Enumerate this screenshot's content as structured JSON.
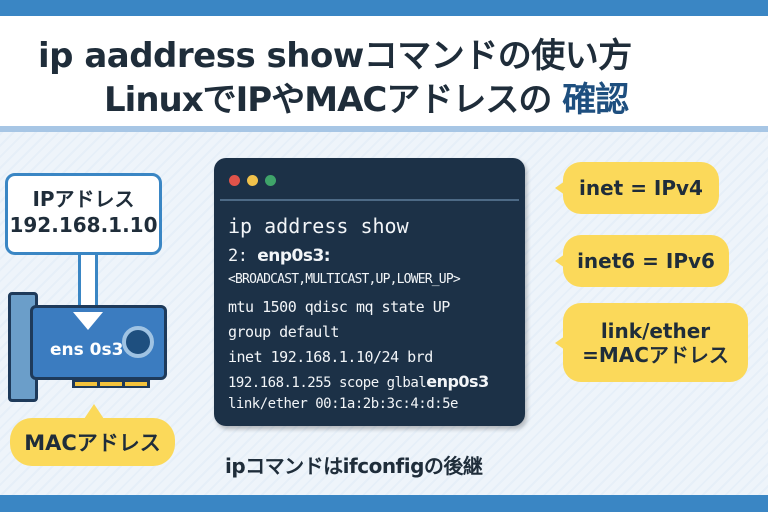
{
  "title": {
    "line1": "ip aaddress showコマンドの使い方",
    "line2_main": "LinuxでIPやMACアドレスの",
    "line2_accent": "確認"
  },
  "terminal": {
    "command": "ip address show",
    "iface_prefix": "2: ",
    "iface_name": "enp0s3:",
    "lines": [
      "<BROADCAST,MULTICAST,UP,LOWER_UP>",
      "mtu 1500 qdisc mq state UP",
      "group default",
      "inet 192.168.1.10/24 brd"
    ],
    "scope_line": "192.168.1.255 scope glbal",
    "scope_iface": "enp0s3",
    "ether_line": "link/ether 00:1a:2b:3c:4:d:5e",
    "dot_colors": [
      "#e0534a",
      "#f0c14b",
      "#3fa46a"
    ]
  },
  "left": {
    "ip_label": "IPアドレス",
    "ip_value": "192.168.1.10",
    "nic_label": "ens 0s3",
    "mac_label": "MACアドレス"
  },
  "bubbles": [
    {
      "text": "inet = IPv4"
    },
    {
      "text": "inet6 = IPv6"
    },
    {
      "line1": "link/ether",
      "line2": "=MACアドレス"
    }
  ],
  "caption": "ipコマンドはifconfigの後継",
  "colors": {
    "accent": "#3a86c4",
    "terminal_bg": "#1c3147",
    "bubble": "#fbd95a"
  }
}
